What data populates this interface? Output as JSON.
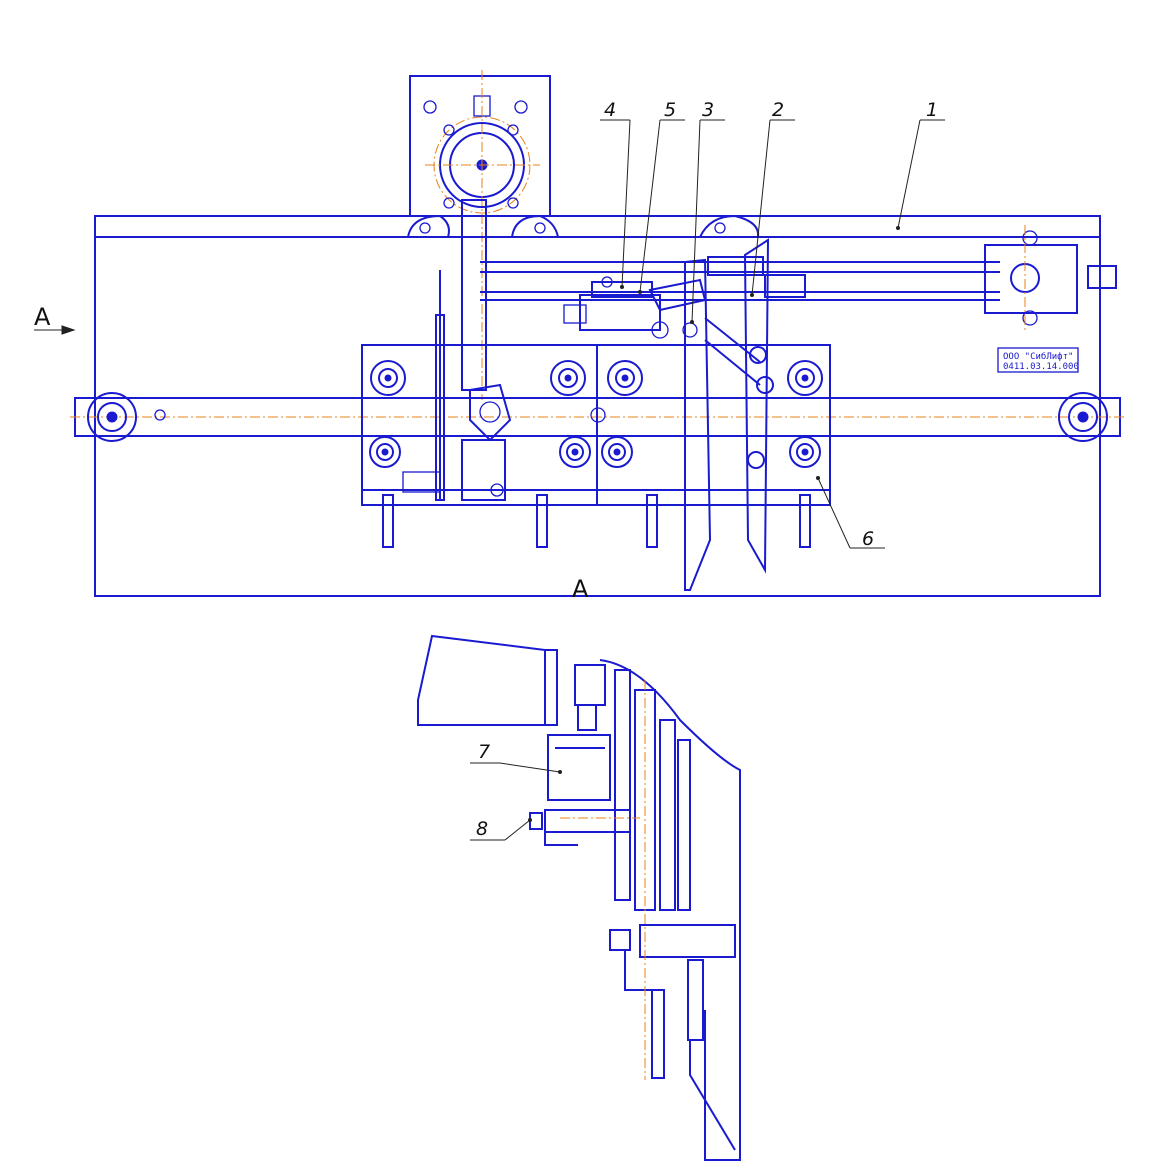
{
  "callouts": [
    "1",
    "2",
    "3",
    "4",
    "5",
    "6",
    "7",
    "8"
  ],
  "view_markers": {
    "arrow_label": "A",
    "section_label": "A"
  },
  "nameplate": {
    "line1": "ООО \"СибЛифт\"",
    "line2": "0411.03.14.000"
  },
  "colors": {
    "lines": "#1a1ad0",
    "centerlines": "#e8801a",
    "leaders": "#222222"
  }
}
